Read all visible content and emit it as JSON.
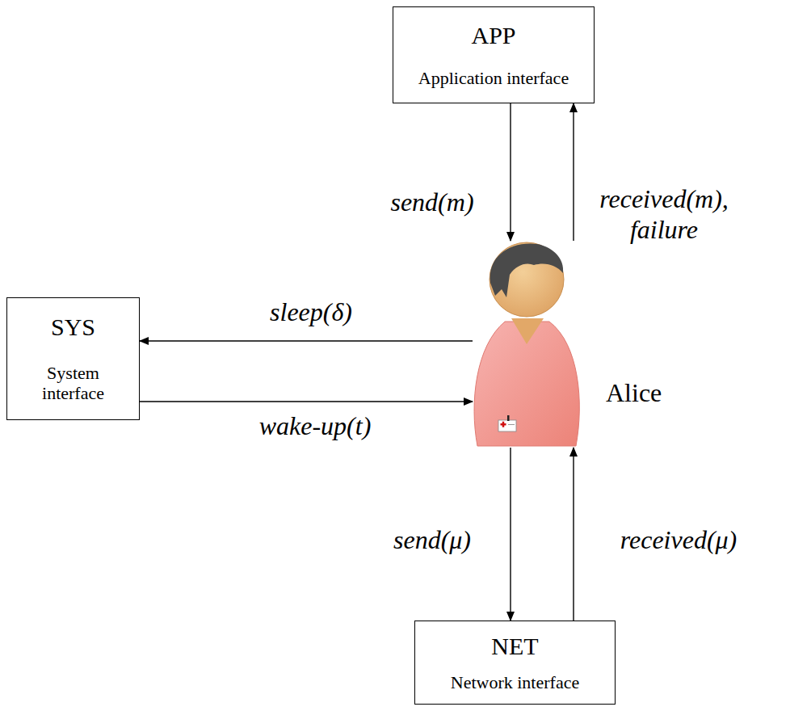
{
  "diagram": {
    "nodes": [
      {
        "text": [
          "APP",
          "Application interface"
        ]
      },
      {
        "text": [
          "SYS",
          "System interface"
        ]
      },
      {
        "text": [
          "Alice"
        ]
      },
      {
        "text": [
          "NET",
          "Network interface"
        ]
      }
    ],
    "edges": [
      {
        "from": 0,
        "to": 2,
        "label": "send(m)",
        "arrow": "to"
      },
      {
        "from": 2,
        "to": 0,
        "label": "received(m), failure",
        "arrow": "to"
      },
      {
        "from": 2,
        "to": 1,
        "label": "sleep(δ)",
        "arrow": "to"
      },
      {
        "from": 1,
        "to": 2,
        "label": "wake-up(t)",
        "arrow": "to"
      },
      {
        "from": 2,
        "to": 3,
        "label": "send(μ)",
        "arrow": "to"
      },
      {
        "from": 3,
        "to": 2,
        "label": "received(μ)",
        "arrow": "to"
      }
    ]
  }
}
